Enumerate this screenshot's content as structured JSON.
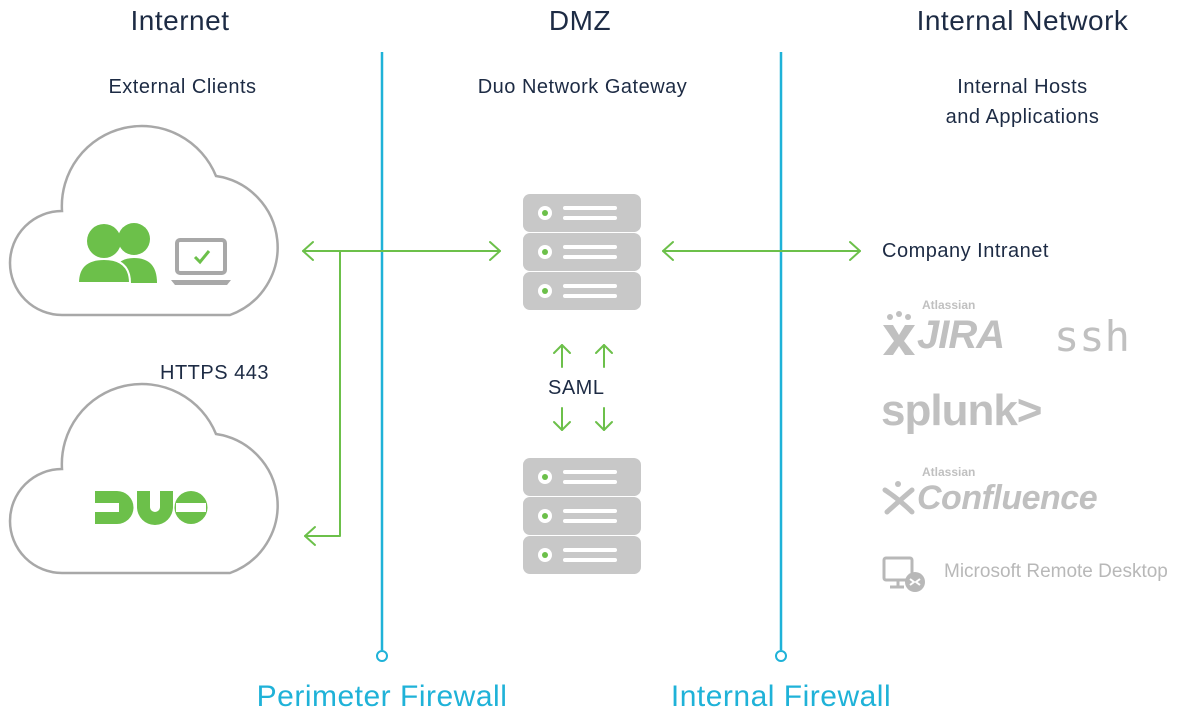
{
  "zones": {
    "internet": {
      "title": "Internet",
      "subtitle": "External Clients"
    },
    "dmz": {
      "title": "DMZ",
      "subtitle": "Duo Network Gateway"
    },
    "internal": {
      "title": "Internal Network",
      "subtitle_line1": "Internal Hosts",
      "subtitle_line2": "and Applications"
    }
  },
  "labels": {
    "https": "HTTPS 443",
    "saml": "SAML",
    "company_intranet": "Company Intranet"
  },
  "firewalls": {
    "perimeter": "Perimeter Firewall",
    "internal": "Internal Firewall"
  },
  "apps": {
    "jira_vendor": "Atlassian",
    "jira": "JIRA",
    "ssh": "ssh",
    "splunk": "splunk>",
    "confluence_vendor": "Atlassian",
    "confluence": "Confluence",
    "rdp": "Microsoft Remote Desktop"
  },
  "logo": {
    "duo": "DUO"
  },
  "colors": {
    "accent_green": "#6cc04a",
    "firewall_cyan": "#1fb2d8",
    "text_navy": "#1d2b44",
    "server_gray": "#c8c8c8",
    "app_gray": "#c0c0c0"
  },
  "icons": {
    "users": "users-icon",
    "laptop": "laptop-check-icon",
    "server": "server-icon",
    "cloud": "cloud-icon",
    "remote_desktop": "remote-desktop-icon"
  }
}
